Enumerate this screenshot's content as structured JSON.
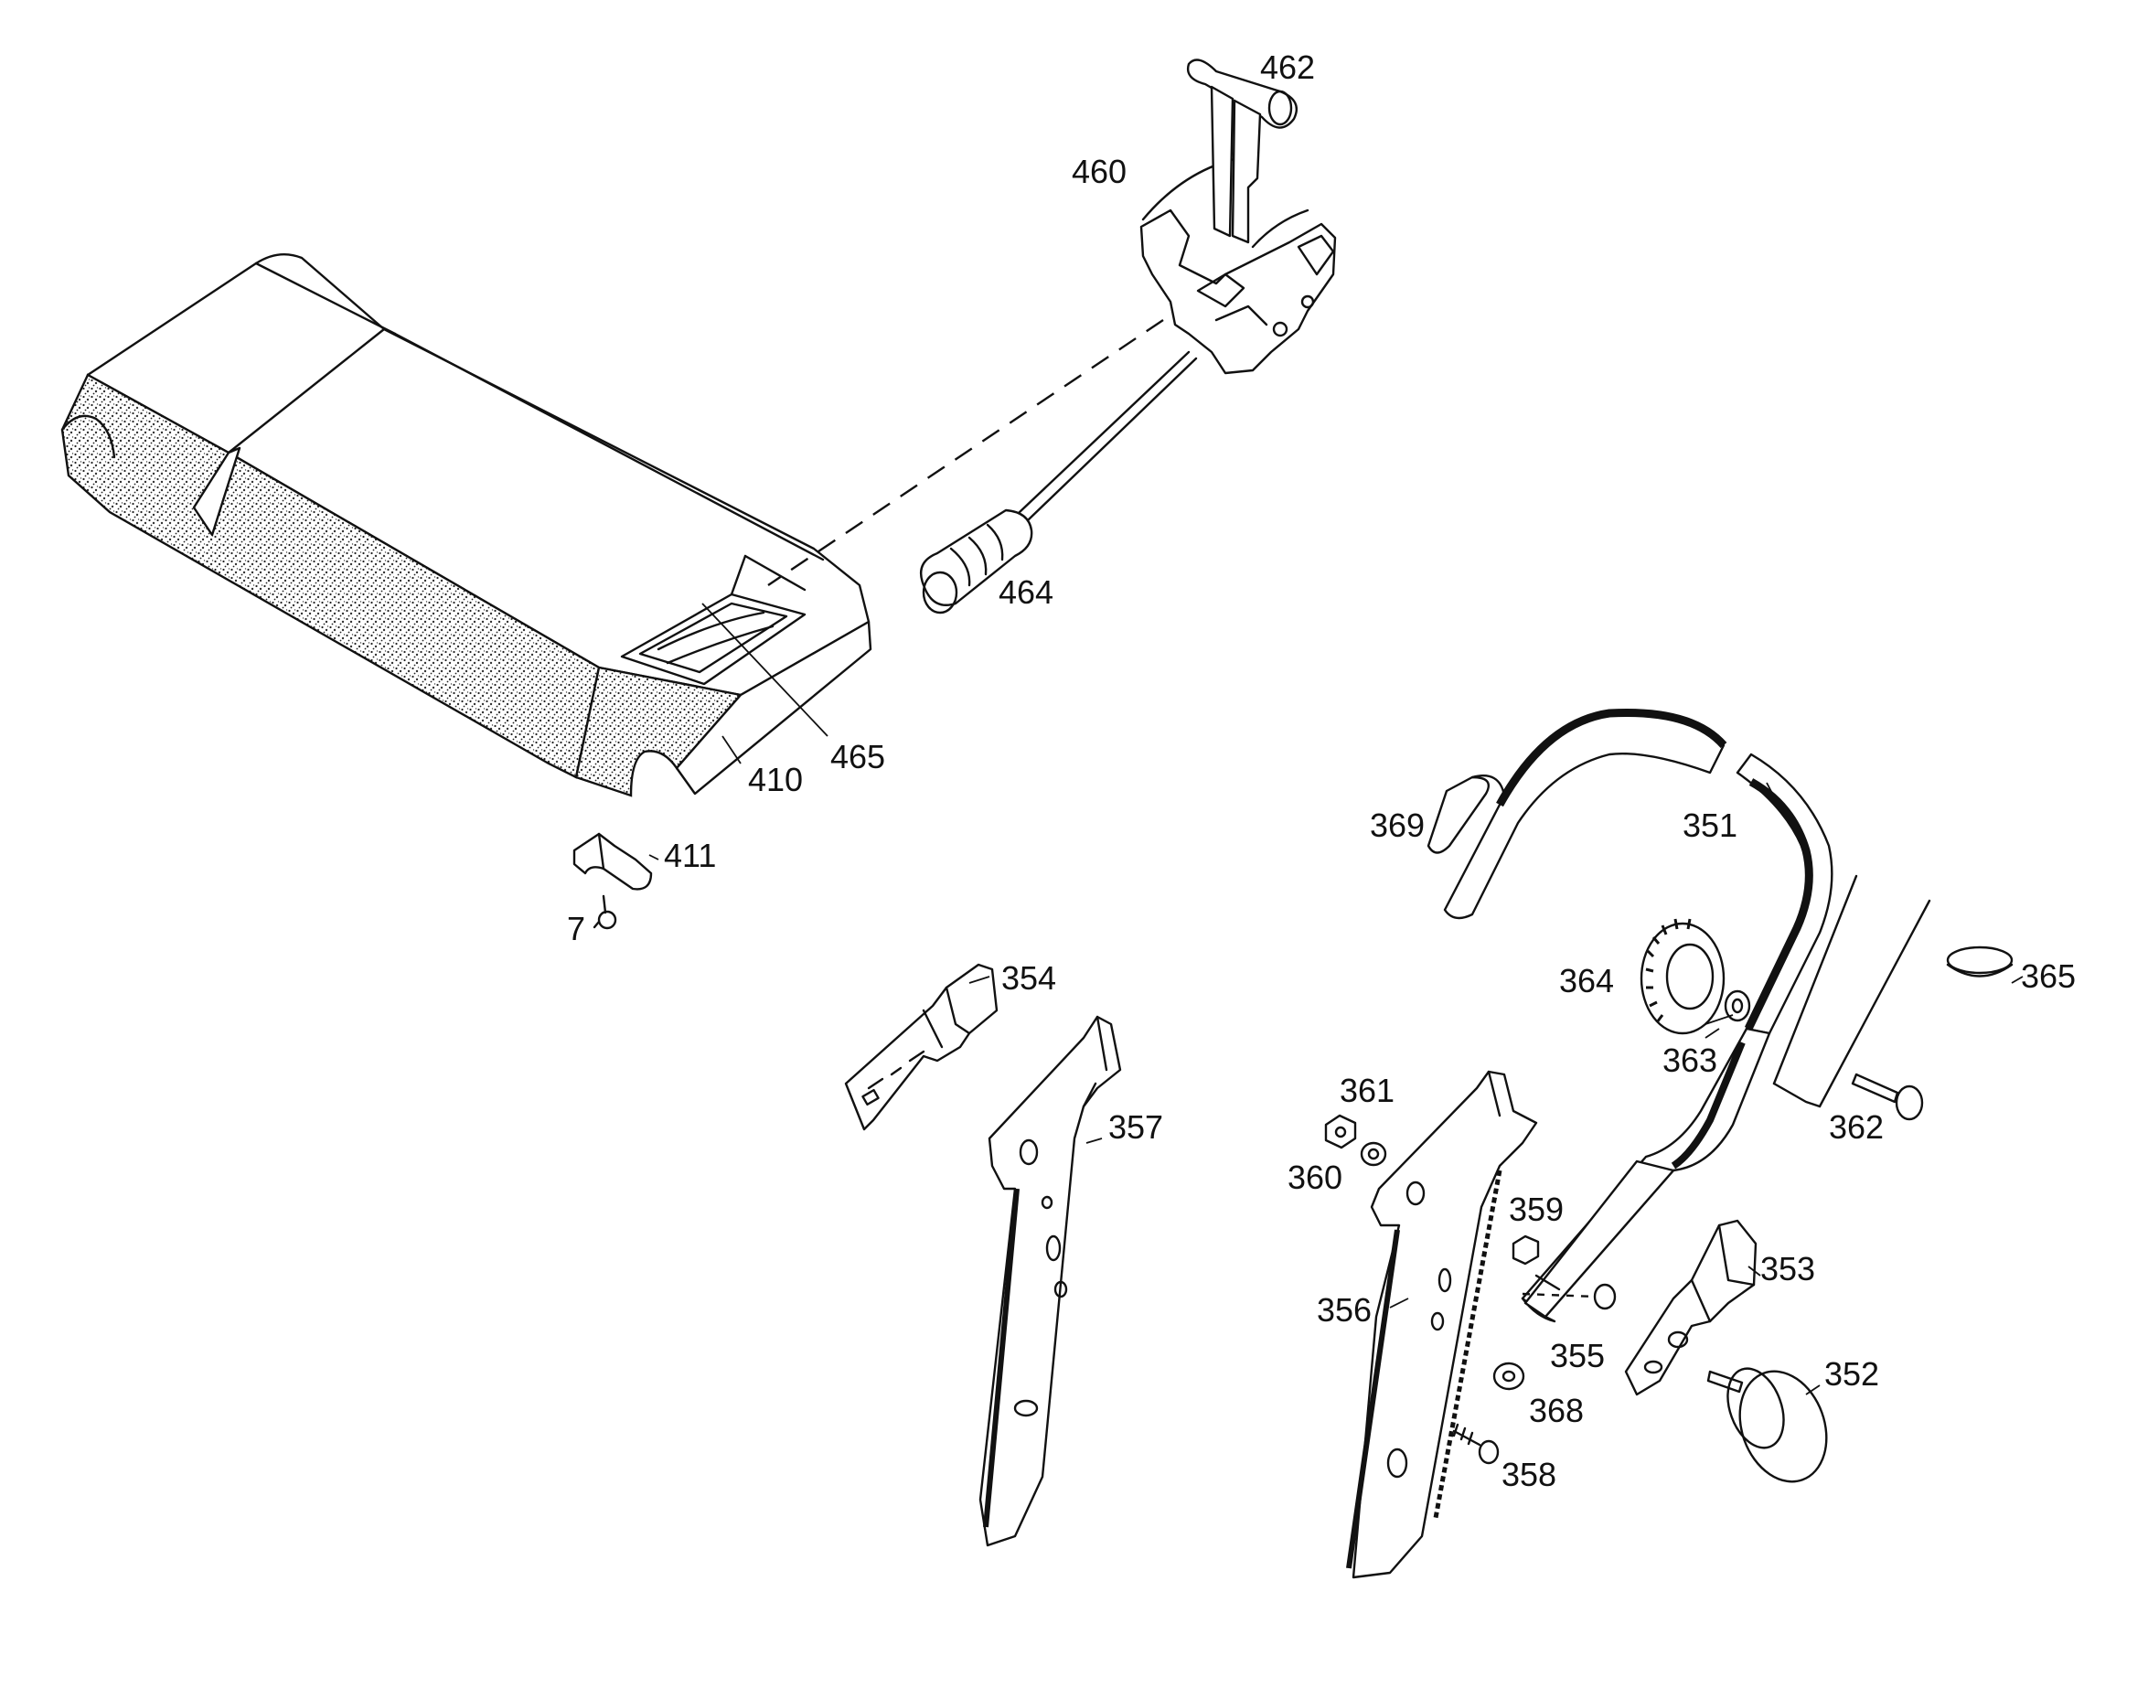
{
  "parts": [
    {
      "id": "p462",
      "label": "462"
    },
    {
      "id": "p460",
      "label": "460"
    },
    {
      "id": "p464",
      "label": "464"
    },
    {
      "id": "p465",
      "label": "465"
    },
    {
      "id": "p410",
      "label": "410"
    },
    {
      "id": "p411",
      "label": "411"
    },
    {
      "id": "p7",
      "label": "7"
    },
    {
      "id": "p369",
      "label": "369"
    },
    {
      "id": "p351",
      "label": "351"
    },
    {
      "id": "p364",
      "label": "364"
    },
    {
      "id": "p365",
      "label": "365"
    },
    {
      "id": "p363",
      "label": "363"
    },
    {
      "id": "p362",
      "label": "362"
    },
    {
      "id": "p354",
      "label": "354"
    },
    {
      "id": "p357",
      "label": "357"
    },
    {
      "id": "p361",
      "label": "361"
    },
    {
      "id": "p360",
      "label": "360"
    },
    {
      "id": "p359",
      "label": "359"
    },
    {
      "id": "p353",
      "label": "353"
    },
    {
      "id": "p356",
      "label": "356"
    },
    {
      "id": "p355",
      "label": "355"
    },
    {
      "id": "p352",
      "label": "352"
    },
    {
      "id": "p368",
      "label": "368"
    },
    {
      "id": "p358",
      "label": "358"
    }
  ]
}
